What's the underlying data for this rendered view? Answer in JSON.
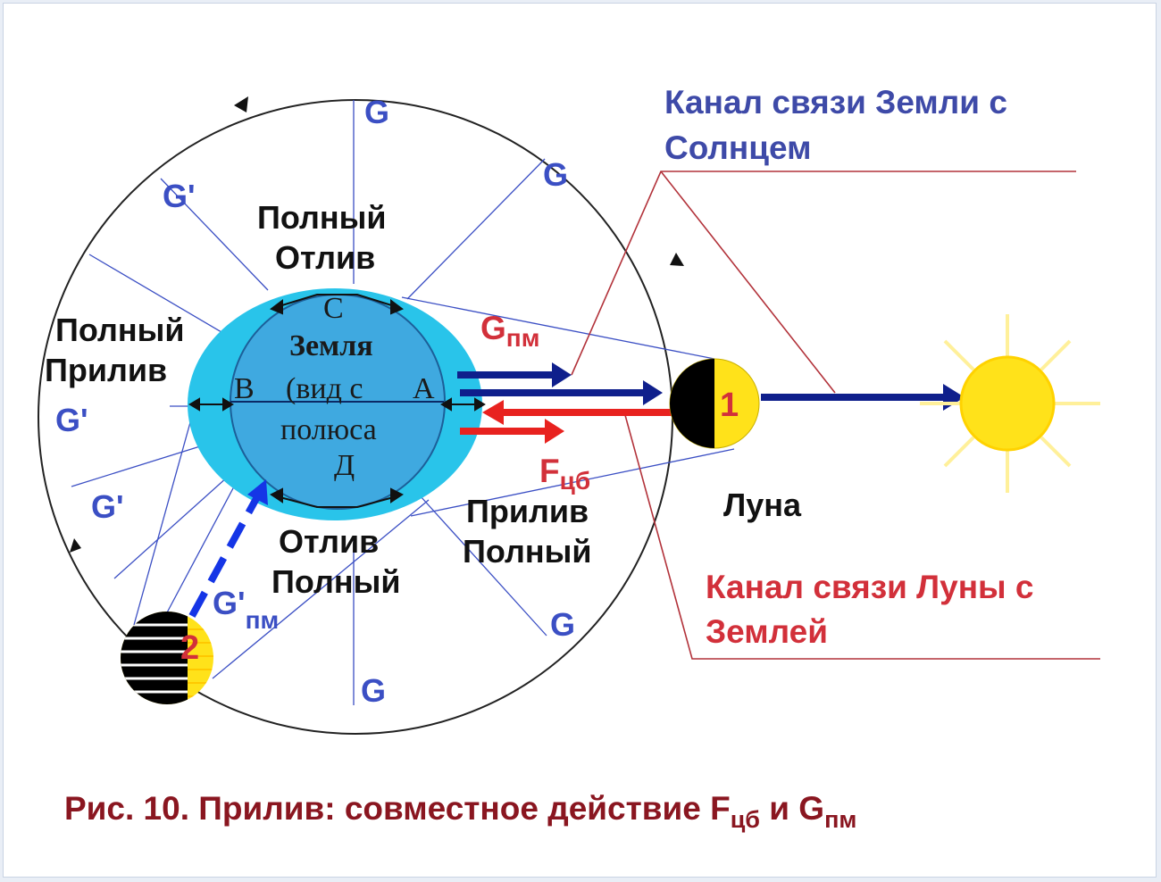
{
  "labels": {
    "g_top": "G",
    "g_upper_right": "G",
    "g_lower_right": "G",
    "g_bottom": "G",
    "gp_upper_left": "G'",
    "gp_left": "G'",
    "gp_lower_left": "G'",
    "full_ebb_top_line1": "Полный",
    "full_ebb_top_line2": "Отлив",
    "full_tide_left_line1": "Полный",
    "full_tide_left_line2": "Прилив",
    "earth_line1": "Земля",
    "earth_line2": "(вид с",
    "earth_line3": "полюса",
    "point_c": "С",
    "point_b": "В",
    "point_a": "А",
    "point_d": "Д",
    "g_pm_main": "G",
    "g_pm_sub": "пм",
    "f_cb_main": "F",
    "f_cb_sub": "цб",
    "tide_full_right_line1": "Прилив",
    "tide_full_right_line2": "Полный",
    "ebb_full_bottom_line1": "Отлив",
    "ebb_full_bottom_line2": "Полный",
    "gp_pm_main": "G'",
    "gp_pm_sub": "пм",
    "moon": "Луна",
    "moon_pos1": "1",
    "moon_pos2": "2",
    "channel_earth_sun_line1": "Канал связи Земли с",
    "channel_earth_sun_line2": "Солнцем",
    "channel_moon_earth_line1": "Канал связи Луны с",
    "channel_moon_earth_line2": "Землей"
  },
  "caption": {
    "prefix": "Рис. 10. Прилив: совместное действие ",
    "f_main": "F",
    "f_sub": "цб",
    "and": " и ",
    "g_main": "G",
    "g_sub": "пм"
  },
  "colors": {
    "earth_ocean": "#29c4ea",
    "earth_core": "#3fa9e0",
    "orbit": "#222222",
    "g_lines": "#3b4fc4",
    "channel_red": "#b2323a",
    "arrow_navy": "#0f1f8c",
    "arrow_red": "#e8221f",
    "sun": "#ffe21a",
    "moon_dark": "#000000",
    "moon_light": "#ffe21a"
  }
}
